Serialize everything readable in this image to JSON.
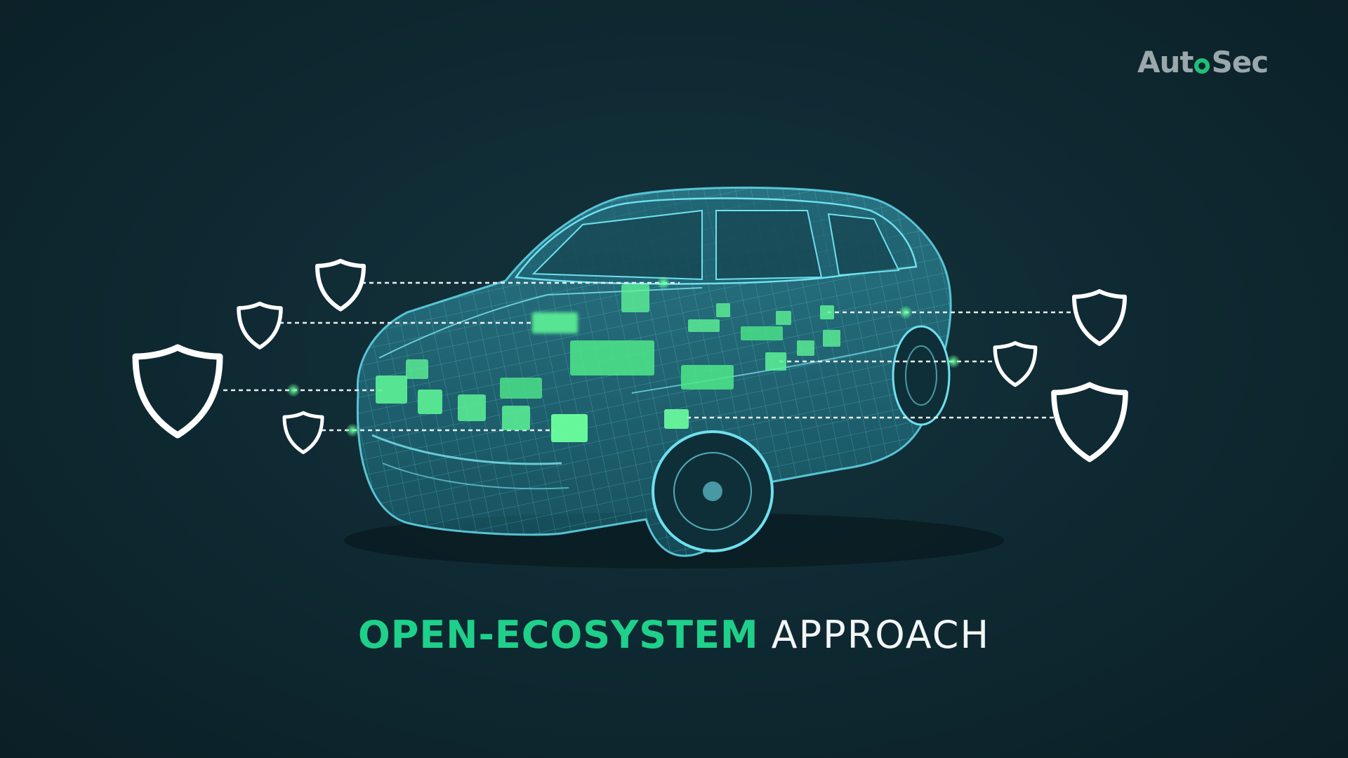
{
  "brand": {
    "logo_prefix": "Aut",
    "logo_suffix": "Sec"
  },
  "caption": {
    "highlight": "OPEN-ECOSYSTEM",
    "rest": "APPROACH"
  },
  "colors": {
    "accent": "#1fd08a",
    "car_wireframe": "#3fb6c8",
    "background": "#0f2a33",
    "shield": "#ffffff",
    "module": "#4bf08c"
  },
  "icons": [
    "shield-icon"
  ]
}
